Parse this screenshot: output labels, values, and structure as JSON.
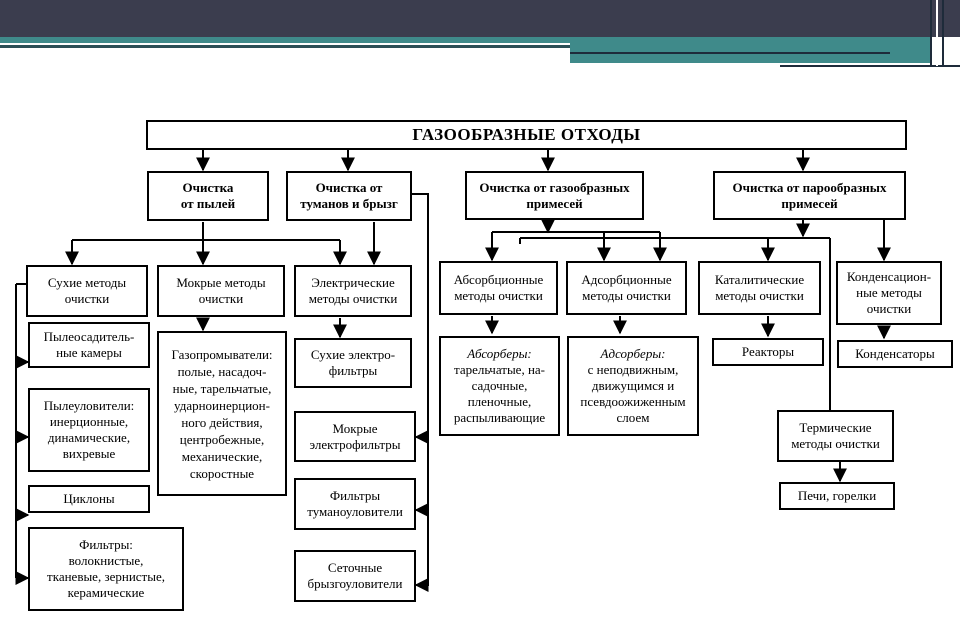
{
  "title": "ГАЗООБРАЗНЫЕ ОТХОДЫ",
  "level1": {
    "dust": "Очистка\nот пылей",
    "mist": "Очистка от\nтуманов и брызг",
    "gas": "Очистка от газообразных\nпримесей",
    "vapor": "Очистка от парообразных\nпримесей"
  },
  "dust": {
    "dry": "Сухие методы\nочистки",
    "wet": "Мокрые методы\nочистки",
    "electric": "Электрические\nметоды очистки",
    "chambers": "Пылеосадитель-\nные камеры",
    "catchers": "Пылеуловители:\nинерционные,\nдинамические,\nвихревые",
    "cyclones": "Циклоны",
    "filters": "Фильтры:\nволокнистые,\nтканевые, зернистые,\nкерамические",
    "scrubbers": "Газопромыватели:\nполые, насадоч-\nные, тарельчатые,\nударноинерцион-\nного действия,\nцентробежные,\nмеханические,\nскоростные",
    "dry_ep": "Сухие электро-\nфильтры",
    "wet_ep": "Мокрые\nэлектрофильтры",
    "mist_filters": "Фильтры\nтуманоуловители",
    "mesh": "Сеточные\nбрызгоуловители"
  },
  "gas": {
    "absorption": "Абсорбционные\nметоды очистки",
    "adsorption": "Адсорбционные\nметоды очистки",
    "catalytic": "Каталитические\nметоды очистки",
    "condensation": "Конденсацион-\nные методы\nочистки",
    "absorbers_title": "Абсорберы:",
    "absorbers_text": "тарельчатые, на-\nсадочные,\nпленочные,\nраспыливающие",
    "adsorbers_title": "Адсорберы:",
    "adsorbers_text": "с неподвижным,\nдвижущимся и\nпсевдоожиженным\nслоем",
    "reactors": "Реакторы",
    "condensers": "Конденсаторы",
    "thermal": "Термические\nметоды очистки",
    "furnaces": "Печи, горелки"
  }
}
